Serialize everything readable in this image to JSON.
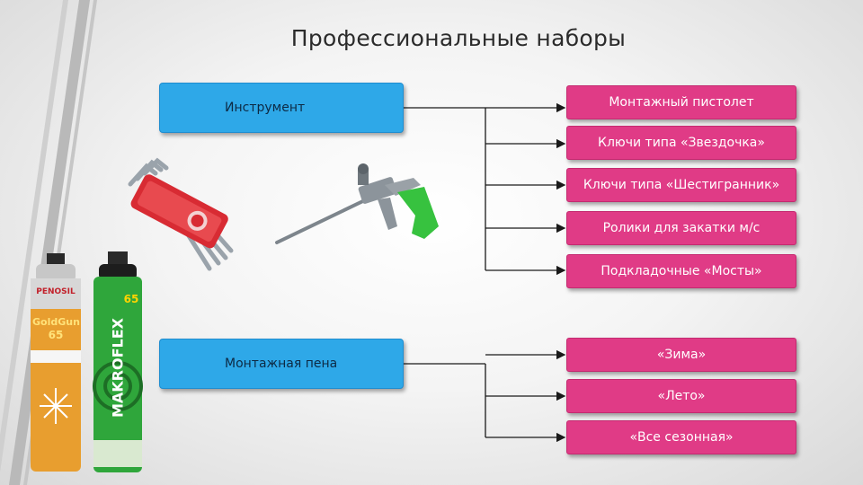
{
  "title": "Профессиональные наборы",
  "groups": [
    {
      "label": "Инструмент",
      "items": [
        "Монтажный пистолет",
        "Ключи типа «Звездочка»",
        "Ключи типа «Шестигранник»",
        "Ролики для закатки м/с",
        "Подкладочные «Мосты»"
      ]
    },
    {
      "label": "Монтажная пена",
      "items": [
        "«Зима»",
        "«Лето»",
        "«Все сезонная»"
      ]
    }
  ],
  "product_labels": {
    "can_left_brand": "PENOSIL",
    "can_left_model": "GoldGun",
    "can_left_number": "65",
    "can_right_brand": "MAKROFLEX",
    "can_right_number": "65"
  },
  "colors": {
    "category_fill": "#2ea8e8",
    "item_fill": "#e03b86",
    "connector": "#1a1a1a"
  },
  "icons": [
    "hex-key-set-image",
    "foam-gun-image",
    "penosil-foam-can-image",
    "makroflex-foam-can-image"
  ]
}
